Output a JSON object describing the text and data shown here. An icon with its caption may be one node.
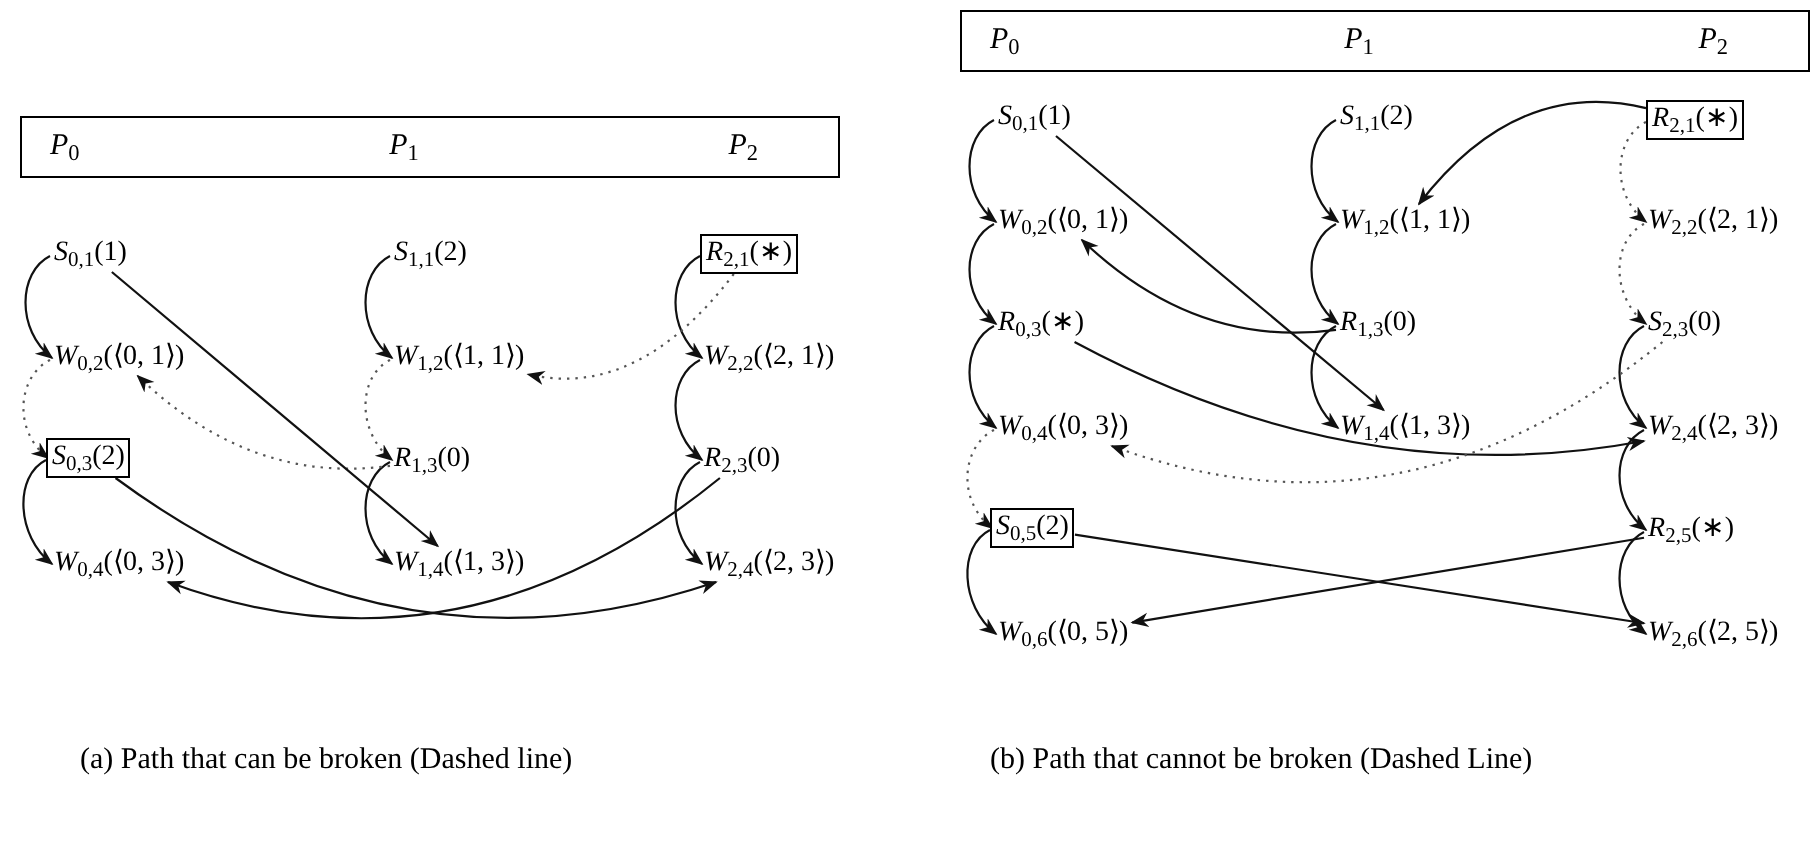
{
  "diagram": {
    "nodes": [
      {
        "text": [
          "*P*$_{0}$",
          "*P*$_{1}$",
          "*P*$_{2}$"
        ]
      },
      {
        "text": [
          "*S*$_{0,1}$(1)"
        ]
      },
      {
        "text": [
          "*W*$_{0,2}$(⟨0, 1⟩)"
        ]
      },
      {
        "text": [
          "*S*$_{0,3}$(2)"
        ]
      },
      {
        "text": [
          "*W*$_{0,4}$(⟨0, 3⟩)"
        ]
      },
      {
        "text": [
          "*S*$_{1,1}$(2)"
        ]
      },
      {
        "text": [
          "*W*$_{1,2}$(⟨1, 1⟩)"
        ]
      },
      {
        "text": [
          "*R*$_{1,3}$(0)"
        ]
      },
      {
        "text": [
          "*W*$_{1,4}$(⟨1, 3⟩)"
        ]
      },
      {
        "text": [
          "*R*$_{2,1}$(∗)"
        ]
      },
      {
        "text": [
          "*W*$_{2,2}$(⟨2, 1⟩)"
        ]
      },
      {
        "text": [
          "*R*$_{2,3}$(0)"
        ]
      },
      {
        "text": [
          "*W*$_{2,4}$(⟨2, 3⟩)"
        ]
      },
      {
        "text": [
          "*P*$_{0}$",
          "*P*$_{1}$",
          "*P*$_{2}$"
        ]
      },
      {
        "text": [
          "*S*$_{0,1}$(1)"
        ]
      },
      {
        "text": [
          "*W*$_{0,2}$(⟨0, 1⟩)"
        ]
      },
      {
        "text": [
          "*R*$_{0,3}$(∗)"
        ]
      },
      {
        "text": [
          "*W*$_{0,4}$(⟨0, 3⟩)"
        ]
      },
      {
        "text": [
          "*S*$_{0,5}$(2)"
        ]
      },
      {
        "text": [
          "*W*$_{0,6}$(⟨0, 5⟩)"
        ]
      },
      {
        "text": [
          "*S*$_{1,1}$(2)"
        ]
      },
      {
        "text": [
          "*W*$_{1,2}$(⟨1, 1⟩)"
        ]
      },
      {
        "text": [
          "*R*$_{1,3}$(0)"
        ]
      },
      {
        "text": [
          "*W*$_{1,4}$(⟨1, 3⟩)"
        ]
      },
      {
        "text": [
          "*R*$_{2,1}$(∗)"
        ]
      },
      {
        "text": [
          "*W*$_{2,2}$(⟨2, 1⟩)"
        ]
      },
      {
        "text": [
          "*S*$_{2,3}$(0)"
        ]
      },
      {
        "text": [
          "*W*$_{2,4}$(⟨2, 3⟩)"
        ]
      },
      {
        "text": [
          "*R*$_{2,5}$(∗)"
        ]
      },
      {
        "text": [
          "*W*$_{2,6}$(⟨2, 5⟩)"
        ]
      }
    ],
    "edges": [
      {
        "from": 1,
        "to": 2,
        "arrow": "to"
      },
      {
        "from": 2,
        "to": 3,
        "arrow": "to",
        "style": "dashed"
      },
      {
        "from": 3,
        "to": 4,
        "arrow": "to"
      },
      {
        "from": 5,
        "to": 6,
        "arrow": "to"
      },
      {
        "from": 6,
        "to": 7,
        "arrow": "to",
        "style": "dashed"
      },
      {
        "from": 7,
        "to": 8,
        "arrow": "to"
      },
      {
        "from": 9,
        "to": 10,
        "arrow": "to"
      },
      {
        "from": 10,
        "to": 11,
        "arrow": "to"
      },
      {
        "from": 11,
        "to": 12,
        "arrow": "to"
      },
      {
        "from": 9,
        "to": 6,
        "arrow": "to",
        "style": "dashed"
      },
      {
        "from": 7,
        "to": 2,
        "arrow": "to",
        "style": "dashed"
      },
      {
        "from": 1,
        "to": 8,
        "arrow": "to"
      },
      {
        "from": 3,
        "to": 12,
        "arrow": "to"
      },
      {
        "from": 11,
        "to": 4,
        "arrow": "to"
      },
      {
        "from": 14,
        "to": 15,
        "arrow": "to"
      },
      {
        "from": 15,
        "to": 16,
        "arrow": "to"
      },
      {
        "from": 16,
        "to": 17,
        "arrow": "to"
      },
      {
        "from": 17,
        "to": 18,
        "arrow": "to",
        "style": "dashed"
      },
      {
        "from": 18,
        "to": 19,
        "arrow": "to"
      },
      {
        "from": 20,
        "to": 21,
        "arrow": "to"
      },
      {
        "from": 21,
        "to": 22,
        "arrow": "to"
      },
      {
        "from": 22,
        "to": 23,
        "arrow": "to"
      },
      {
        "from": 24,
        "to": 25,
        "arrow": "to",
        "style": "dashed"
      },
      {
        "from": 25,
        "to": 26,
        "arrow": "to",
        "style": "dashed"
      },
      {
        "from": 26,
        "to": 27,
        "arrow": "to"
      },
      {
        "from": 27,
        "to": 28,
        "arrow": "to"
      },
      {
        "from": 28,
        "to": 29,
        "arrow": "to"
      },
      {
        "from": 24,
        "to": 21,
        "arrow": "to"
      },
      {
        "from": 22,
        "to": 15,
        "arrow": "to"
      },
      {
        "from": 14,
        "to": 23,
        "arrow": "to"
      },
      {
        "from": 16,
        "to": 27,
        "arrow": "to"
      },
      {
        "from": 26,
        "to": 17,
        "arrow": "to",
        "style": "dashed"
      },
      {
        "from": 18,
        "to": 29,
        "arrow": "to"
      },
      {
        "from": 28,
        "to": 19,
        "arrow": "to"
      }
    ],
    "labels": [
      "(a) Path that can be broken (Dashed line)",
      "(b) Path that cannot be broken (Dashed Line)"
    ]
  }
}
